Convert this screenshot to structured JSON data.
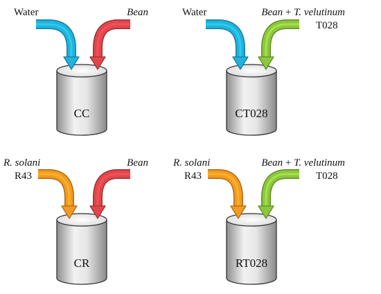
{
  "colors": {
    "water": "#22b2dd",
    "bean": "#e0474c",
    "pathogen": "#f39a22",
    "trichoderma": "#8dc63f",
    "can_fill_light": "#f4f4f4",
    "can_fill_dark": "#9a9a9a",
    "can_stroke": "#333333"
  },
  "panels": {
    "cc": {
      "label": "CC",
      "left_input": {
        "text": "Water"
      },
      "right_input": {
        "text": "Bean"
      }
    },
    "ct028": {
      "label": "CT028",
      "left_input": {
        "text": "Water"
      },
      "right_input": {
        "line1_a": "Bean",
        "line1_b": " + ",
        "line1_c": "T. velutinum",
        "line2": "T028"
      }
    },
    "cr": {
      "label": "CR",
      "left_input": {
        "line1": "R. solani",
        "line2": "R43"
      },
      "right_input": {
        "text": "Bean"
      }
    },
    "rt028": {
      "label": "RT028",
      "left_input": {
        "line1": "R. solani",
        "line2": "R43"
      },
      "right_input": {
        "line1_a": "Bean",
        "line1_b": " + ",
        "line1_c": "T. velutinum",
        "line2": "T028"
      }
    }
  }
}
